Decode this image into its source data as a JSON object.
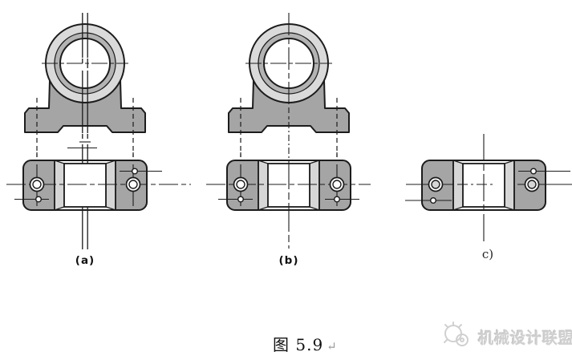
{
  "figure": {
    "caption": "图 5.9",
    "caption_return_mark": "↵",
    "view_labels": {
      "a": "(a)",
      "b": "(b)",
      "c": "c)"
    },
    "watermark": {
      "brand": "机械设计联盟",
      "logo": "gear-sketch-icon"
    }
  },
  "colors": {
    "line": "#1c1c1c",
    "body_gray": "#a5a5a5",
    "ring_light": "#dadada",
    "ring_mid": "#b3b3b3",
    "chamfer_light": "#d6d6d6",
    "background": "#ffffff",
    "watermark_gray": "#d0d0d0",
    "caption_mark_gray": "#9a9a9a"
  }
}
